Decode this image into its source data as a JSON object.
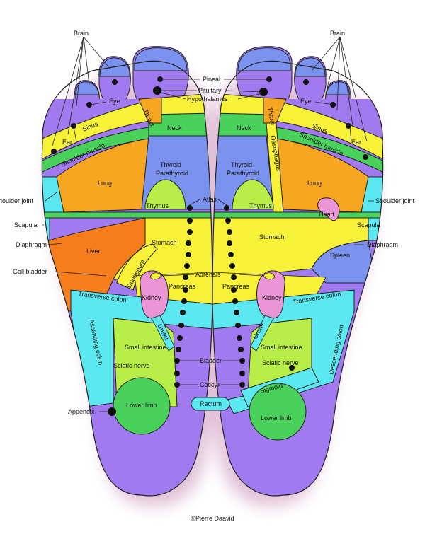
{
  "copyright": "©Pierre Daavid",
  "colors": {
    "purple": "#a07aee",
    "blue": "#7b92ee",
    "yellow": "#f7f238",
    "green": "#49d15c",
    "orange": "#f6a620",
    "lime": "#b8ee48",
    "cyan": "#5ce8f0",
    "pink": "#e995d6",
    "liver": "#f57d1c",
    "outline": "#222222"
  },
  "left_foot": {
    "labels": {
      "brain": "Brain",
      "eye": "Eye",
      "ear": "Ear",
      "shoulder_joint": "Shoulder joint",
      "scapula": "Scapula",
      "diaphragm": "Diaphragm",
      "gall_bladder": "Gall bladder",
      "appendix": "Appendix"
    },
    "zones": {
      "throat": "Throat",
      "sinus": "Sinus",
      "shoulder_muscle": "Shoulder muscle",
      "neck": "Neck",
      "lung": "Lung",
      "thyroid": "Thyroid",
      "parathyroid": "Parathyroid",
      "thymus": "Thymus",
      "liver": "Liver",
      "stomach": "Stomach",
      "duodenum": "Duodenum",
      "pancreas": "Pancreas",
      "kidney": "Kidney",
      "ureter": "Ureter",
      "transverse_colon": "Transverse colon",
      "ascending_colon": "Ascending colon",
      "small_intestine": "Small intestine",
      "sciatic_nerve": "Sciatic nerve",
      "lower_limb": "Lower limb"
    }
  },
  "right_foot": {
    "labels": {
      "brain": "Brain",
      "eye": "Eye",
      "ear": "Ear",
      "shoulder_joint": "Shoulder joint",
      "scapula": "Scapula",
      "diaphragm": "Diaphragm"
    },
    "zones": {
      "throat": "Throat",
      "sinus": "Sinus",
      "shoulder_muscle": "Shoulder muscle",
      "neck": "Neck",
      "oesophagus": "Oesophagus",
      "lung": "Lung",
      "thyroid": "Thyroid",
      "parathyroid": "Parathyroid",
      "thymus": "Thymus",
      "heart": "Heart",
      "stomach": "Stomach",
      "spleen": "Spleen",
      "pancreas": "Pancreas",
      "kidney": "Kidney",
      "ureter": "Ureter",
      "transverse_colon": "Transverse colon",
      "descending_colon": "Descending colon",
      "small_intestine": "Small intestine",
      "sciatic_nerve": "Sciatic nerve",
      "sigmoid": "Sigmoid",
      "lower_limb": "Lower limb"
    }
  },
  "center": {
    "pineal": "Pineal",
    "pituitary": "Pituitary",
    "hypothalamus": "Hypothalamus",
    "atlas": "Atlas",
    "adrenals": "Adrenals",
    "bladder": "Bladder",
    "coccyx": "Coccyx",
    "rectum": "Rectum"
  }
}
